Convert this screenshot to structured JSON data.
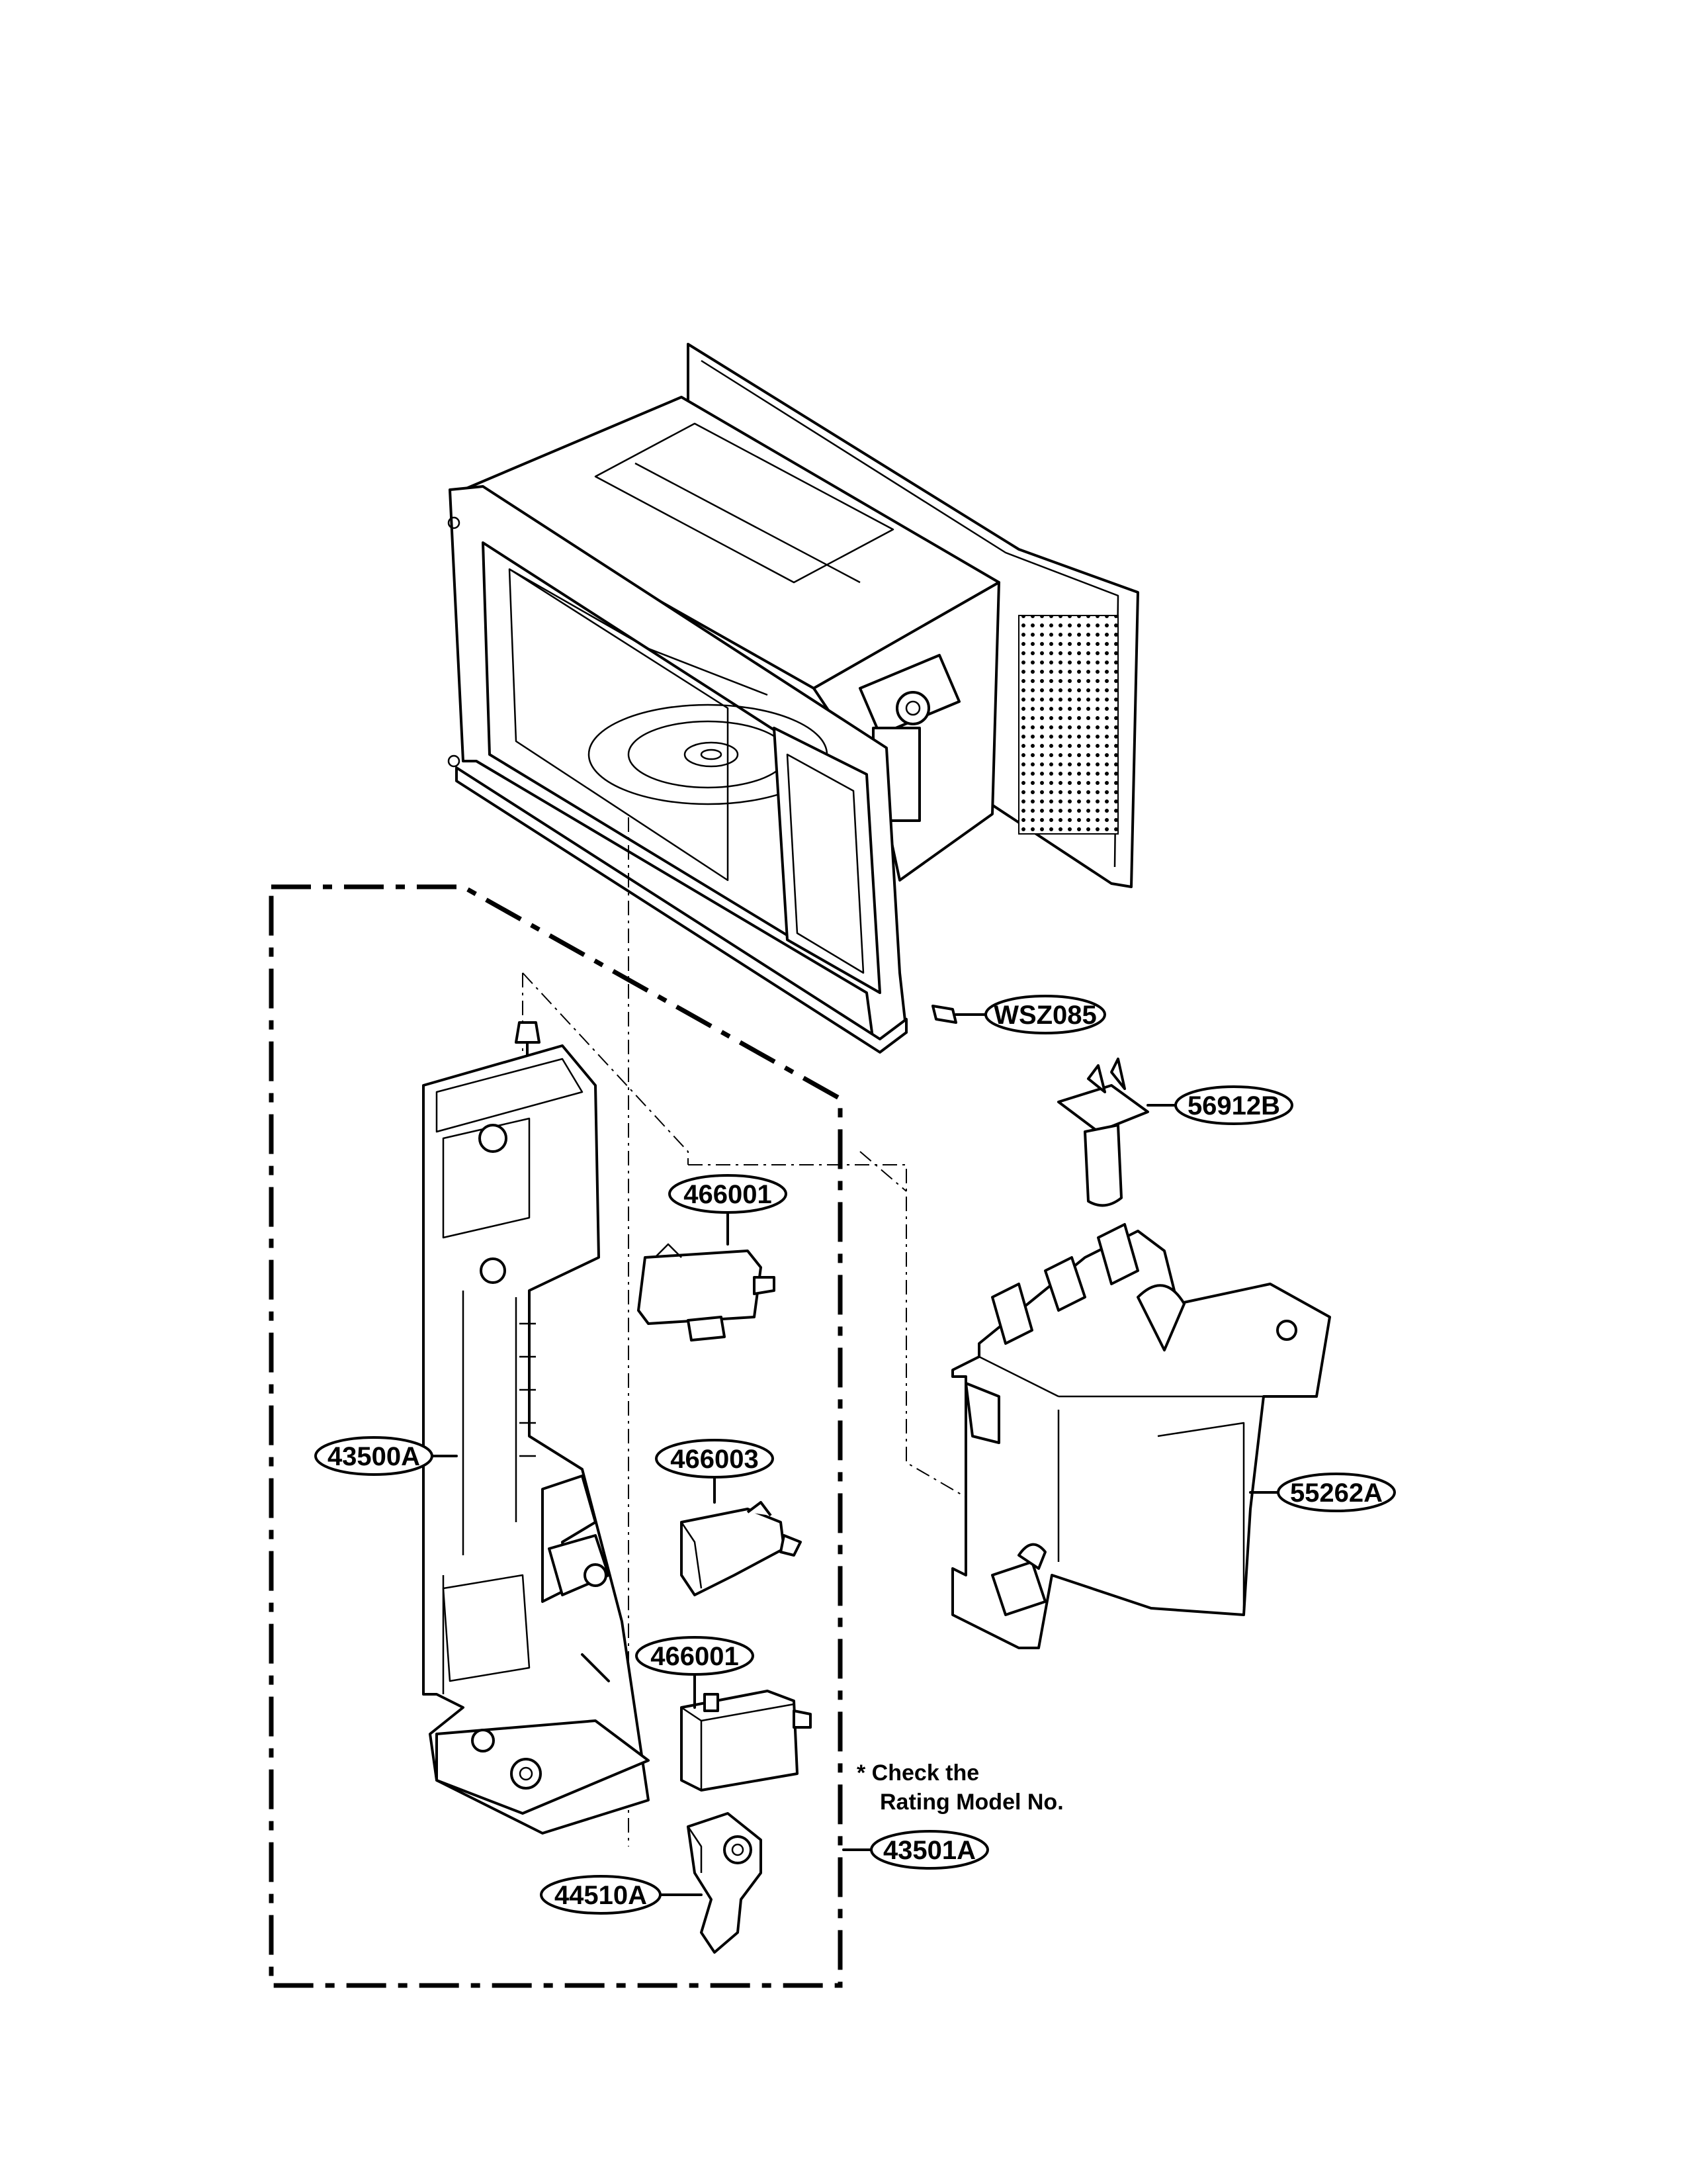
{
  "labels": {
    "wsz085": "WSZ085",
    "p56912b": "56912B",
    "p466001a": "466001",
    "p43500a": "43500A",
    "p466003": "466003",
    "p55262a": "55262A",
    "p466001b": "466001",
    "p43501a": "43501A",
    "p44510a": "44510A"
  },
  "note": {
    "line1": "* Check the",
    "line2": "Rating Model No."
  }
}
